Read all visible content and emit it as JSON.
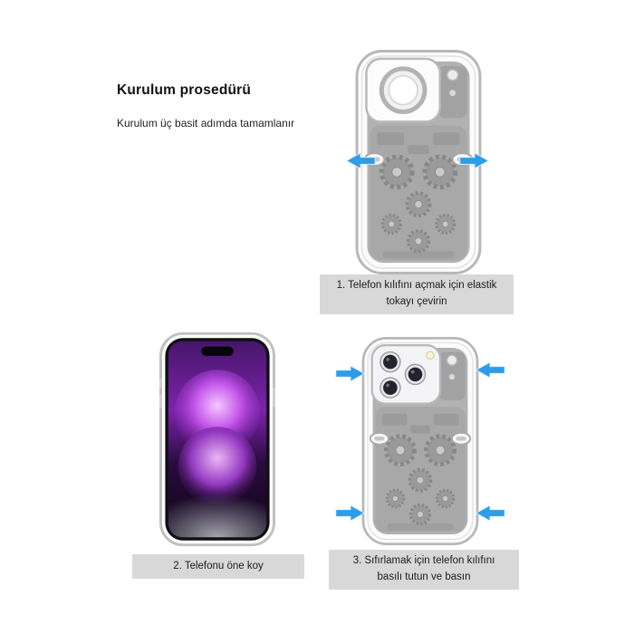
{
  "header": {
    "title": "Kurulum prosedürü",
    "subtitle": "Kurulum üç basit adımda tamamlanır"
  },
  "steps": {
    "step1": {
      "label": "1. Telefon kılıfını açmak için elastik\ntokayı çevirin"
    },
    "step2": {
      "label": "2. Telefonu öne koy"
    },
    "step3": {
      "label": "3. Sıfırlamak için telefon kılıfını\nbasılı tutun ve basın"
    }
  },
  "colors": {
    "arrow_blue": "#2e9ce8",
    "label_background": "#d8d8d8",
    "mechanism_gray": "#a8a8a8",
    "case_edge_gray": "#b8b8b8",
    "screen_purple": "#b14fe0"
  }
}
